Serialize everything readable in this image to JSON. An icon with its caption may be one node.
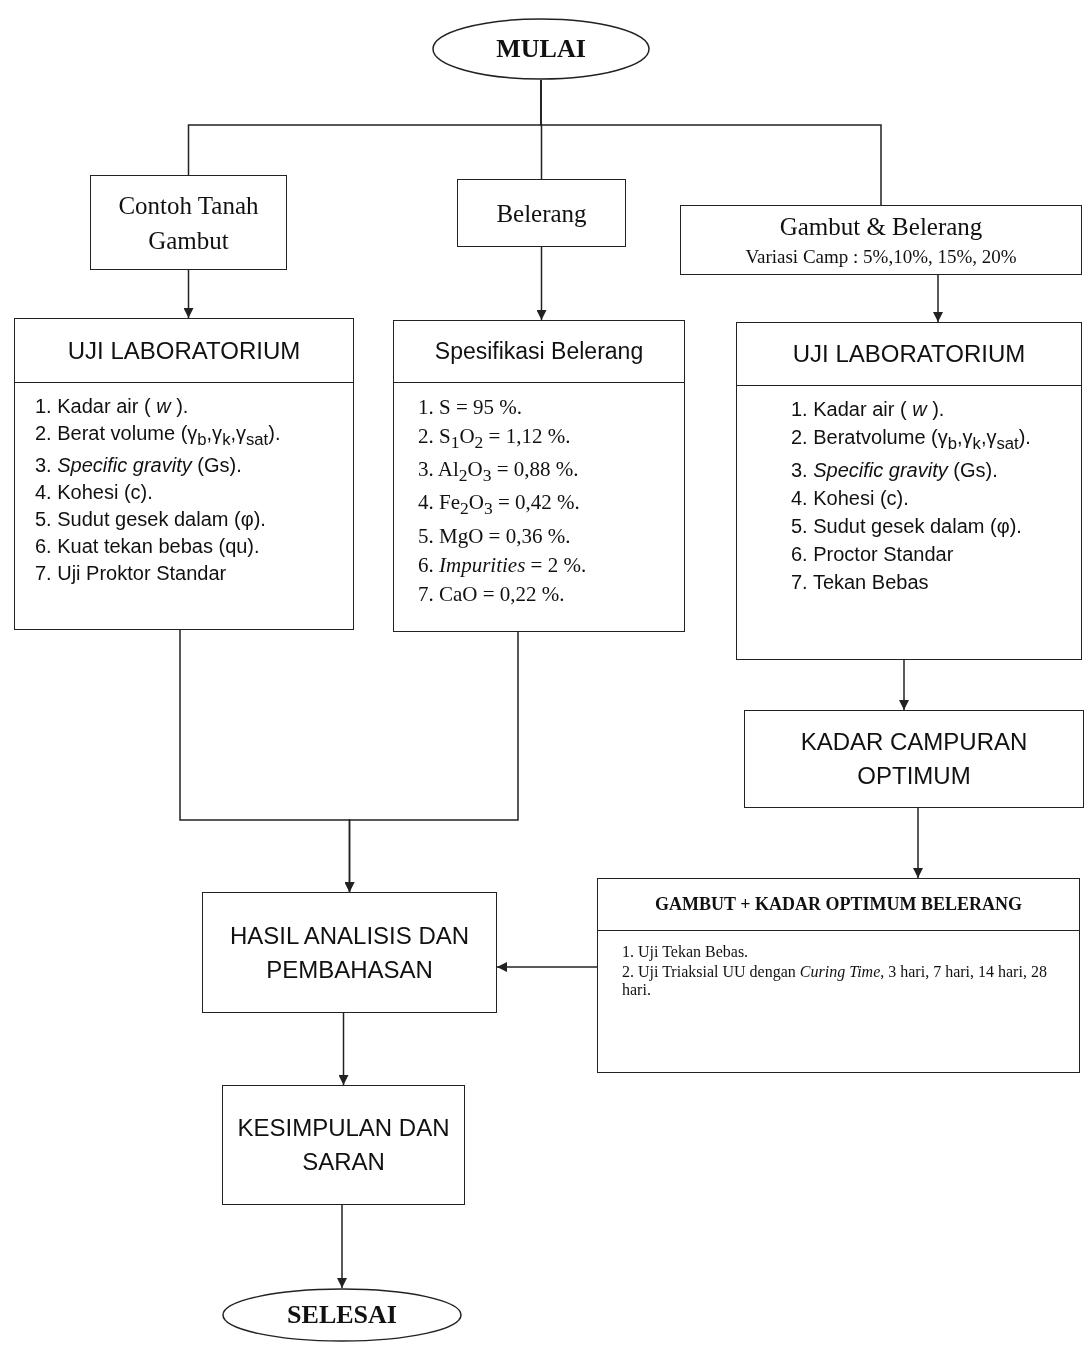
{
  "diagram": {
    "nodes": [
      {
        "text": [
          "MULAI"
        ]
      },
      {
        "text": [
          "Contoh Tanah Gambut"
        ]
      },
      {
        "text": [
          "Belerang"
        ]
      },
      {
        "text": [
          "Gambut & Belerang",
          "Variasi Camp : 5%,10%, 15%, 20%"
        ]
      },
      {
        "text": [
          "UJI LABORATORIUM",
          "1. Kadar air ( *w* ).",
          "2. Berat volume (γ$_{b}$,γ$_{k}$,γ$_{sat}$).",
          "3. *Specific gravity* (Gs).",
          "4. Kohesi (c).",
          "5. Sudut gesek dalam (φ).",
          "6. Kuat tekan bebas (qu).",
          "7. Uji Proktor Standar"
        ]
      },
      {
        "text": [
          "Spesifikasi Belerang",
          "1. S = 95 %.",
          "2. S$_{1}$O$_{2}$ = 1,12 %.",
          "3. Al$_{2}$O$_{3}$ = 0,88 %.",
          "4. Fe$_{2}$O$_{3}$ = 0,42 %.",
          "5. MgO = 0,36 %.",
          "6. *Impurities* = 2 %.",
          "7. CaO = 0,22 %."
        ]
      },
      {
        "text": [
          "UJI LABORATORIUM",
          "1. Kadar air ( *w* ).",
          "2. Beratvolume (γ$_{b}$,γ$_{k}$,γ$_{sat}$).",
          "3. *Specific gravity* (Gs).",
          "4. Kohesi (c).",
          "5. Sudut gesek dalam (φ).",
          "6. Proctor Standar",
          "7. Tekan Bebas"
        ]
      },
      {
        "text": [
          "KADAR CAMPURAN OPTIMUM"
        ]
      },
      {
        "text": [
          "GAMBUT + KADAR OPTIMUM BELERANG",
          "1. Uji Tekan Bebas.",
          "2. Uji Triaksial UU dengan *Curing Time*, 3 hari, 7 hari, 14 hari, 28 hari."
        ]
      },
      {
        "text": [
          "HASIL ANALISIS DAN PEMBAHASAN"
        ]
      },
      {
        "text": [
          "KESIMPULAN DAN SARAN"
        ]
      },
      {
        "text": [
          "SELESAI"
        ]
      }
    ],
    "edges": [
      {
        "from": 0,
        "to": 1,
        "arrow": "none"
      },
      {
        "from": 0,
        "to": 2,
        "arrow": "none"
      },
      {
        "from": 0,
        "to": 3,
        "arrow": "none"
      },
      {
        "from": 1,
        "to": 4,
        "arrow": "to"
      },
      {
        "from": 2,
        "to": 5,
        "arrow": "to"
      },
      {
        "from": 3,
        "to": 6,
        "arrow": "to"
      },
      {
        "from": 6,
        "to": 7,
        "arrow": "to"
      },
      {
        "from": 7,
        "to": 8,
        "arrow": "to"
      },
      {
        "from": 4,
        "to": 9,
        "arrow": "to"
      },
      {
        "from": 5,
        "to": 9,
        "arrow": "to"
      },
      {
        "from": 8,
        "to": 9,
        "arrow": "to"
      },
      {
        "from": 9,
        "to": 10,
        "arrow": "to"
      },
      {
        "from": 10,
        "to": 11,
        "arrow": "to"
      }
    ]
  }
}
